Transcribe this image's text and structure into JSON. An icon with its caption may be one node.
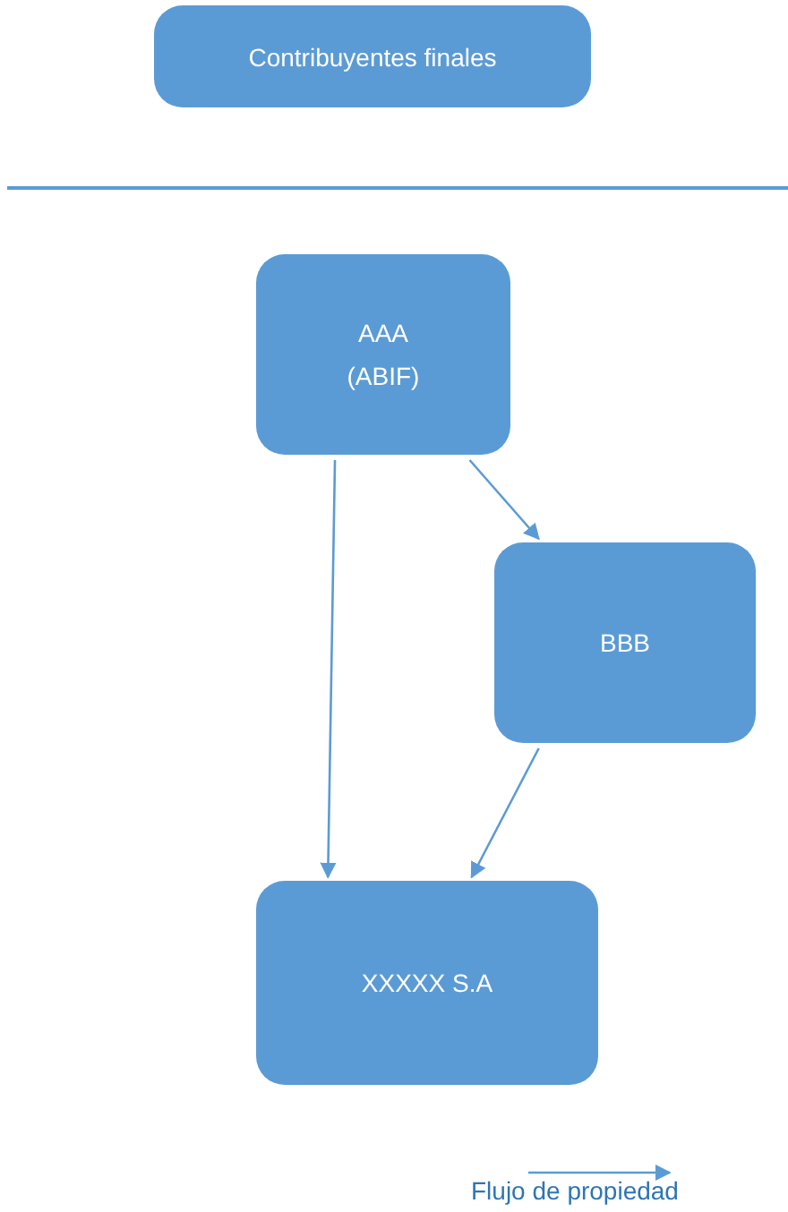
{
  "diagram": {
    "nodes": [
      {
        "text": [
          "Contribuyentes finales"
        ]
      },
      {
        "text": [
          "AAA (ABIF)"
        ]
      },
      {
        "text": [
          "BBB"
        ]
      },
      {
        "text": [
          "XXXXX S.A"
        ]
      }
    ],
    "edges": [
      {
        "from": 1,
        "to": 2,
        "arrow": "to"
      },
      {
        "from": 1,
        "to": 3,
        "arrow": "to"
      },
      {
        "from": 2,
        "to": 3,
        "arrow": "to"
      }
    ],
    "legend": [
      {
        "text": "Flujo de propiedad"
      }
    ]
  }
}
